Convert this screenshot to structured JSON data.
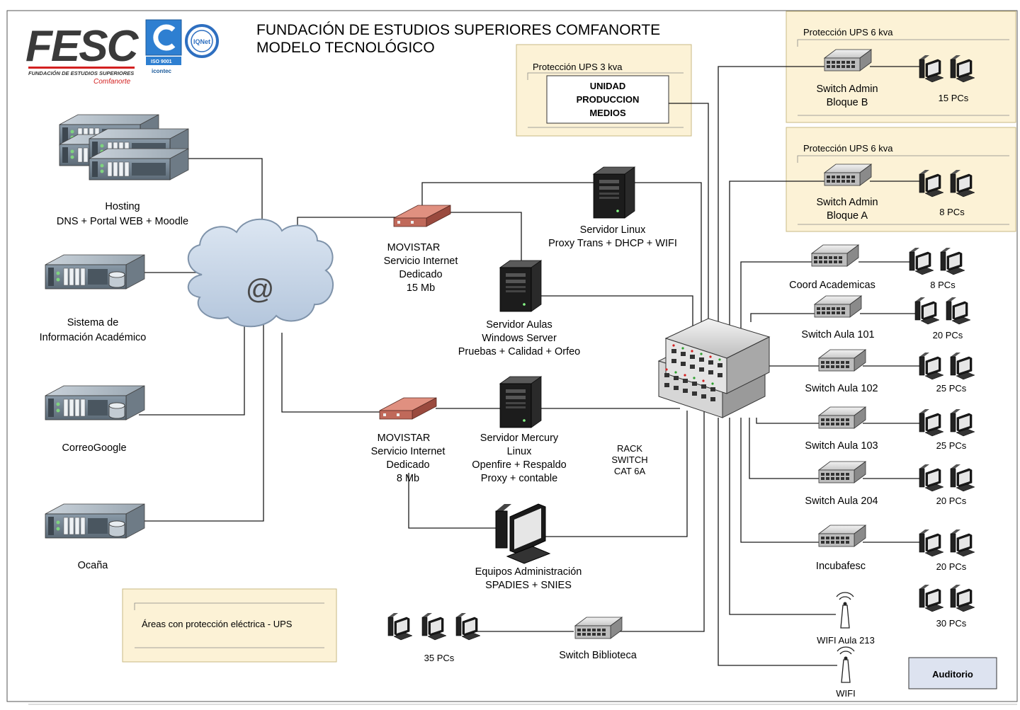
{
  "header": {
    "title_line1": "FUNDACIÓN DE ESTUDIOS SUPERIORES COMFANORTE",
    "title_line2": "MODELO TECNOLÓGICO",
    "logo_text": "FESC",
    "logo_subtitle": "FUNDACIÓN DE ESTUDIOS SUPERIORES",
    "logo_brand": "Comfanorte",
    "cert_iso": "ISO 9001",
    "cert_icontec": "icontec",
    "cert_iqnet": "IQNet"
  },
  "hosting": [
    {
      "line1": "Hosting",
      "line2": "DNS + Portal WEB + Moodle"
    },
    {
      "line1": "Sistema de",
      "line2": "Información Académico"
    },
    {
      "line1": "CorreoGoogle",
      "line2": ""
    },
    {
      "line1": "Ocaña",
      "line2": ""
    }
  ],
  "cloud": {
    "symbol": "@"
  },
  "isp1": {
    "lines": [
      "MOVISTAR",
      "Servicio Internet",
      "Dedicado",
      "15 Mb"
    ]
  },
  "isp2": {
    "lines": [
      "MOVISTAR",
      "Servicio Internet",
      "Dedicado",
      "8 Mb"
    ]
  },
  "servers": {
    "linux": [
      "Servidor Linux",
      "Proxy Trans + DHCP + WIFI"
    ],
    "aulas": [
      "Servidor Aulas",
      "Windows Server",
      "Pruebas + Calidad + Orfeo"
    ],
    "mercury": [
      "Servidor Mercury",
      "Linux",
      "Openfire + Respaldo",
      "Proxy + contable"
    ],
    "admin_pcs": [
      "Equipos Administración",
      "SPADIES + SNIES"
    ]
  },
  "rack": {
    "lines": [
      "RACK",
      "SWITCH",
      "CAT 6A"
    ]
  },
  "ups_boxes": {
    "ups3": "Protección UPS 3 kva",
    "unidad": [
      "UNIDAD",
      "PRODUCCION",
      "MEDIOS"
    ],
    "ups6_b": "Protección UPS 6 kva",
    "ups6_a": "Protección UPS 6 kva",
    "legend": "Áreas con protección eléctrica - UPS"
  },
  "switches": [
    {
      "name": "Switch Admin",
      "name2": "Bloque B",
      "pcs": "15 PCs"
    },
    {
      "name": "Switch Admin",
      "name2": "Bloque A",
      "pcs": "8 PCs"
    },
    {
      "name": "Coord Academicas",
      "name2": "",
      "pcs": "8 PCs"
    },
    {
      "name": "Switch Aula 101",
      "name2": "",
      "pcs": "20 PCs"
    },
    {
      "name": "Switch Aula 102",
      "name2": "",
      "pcs": "25 PCs"
    },
    {
      "name": "Switch Aula 103",
      "name2": "",
      "pcs": "25 PCs"
    },
    {
      "name": "Switch Aula 204",
      "name2": "",
      "pcs": "20 PCs"
    },
    {
      "name": "Incubafesc",
      "name2": "",
      "pcs": "20 PCs"
    }
  ],
  "extra_pcs": "30 PCs",
  "wifi": {
    "aula": "WIFI Aula 213",
    "main": "WIFI"
  },
  "biblioteca": {
    "switch": "Switch Biblioteca",
    "pcs": "35 PCs"
  },
  "auditorio": "Auditorio"
}
